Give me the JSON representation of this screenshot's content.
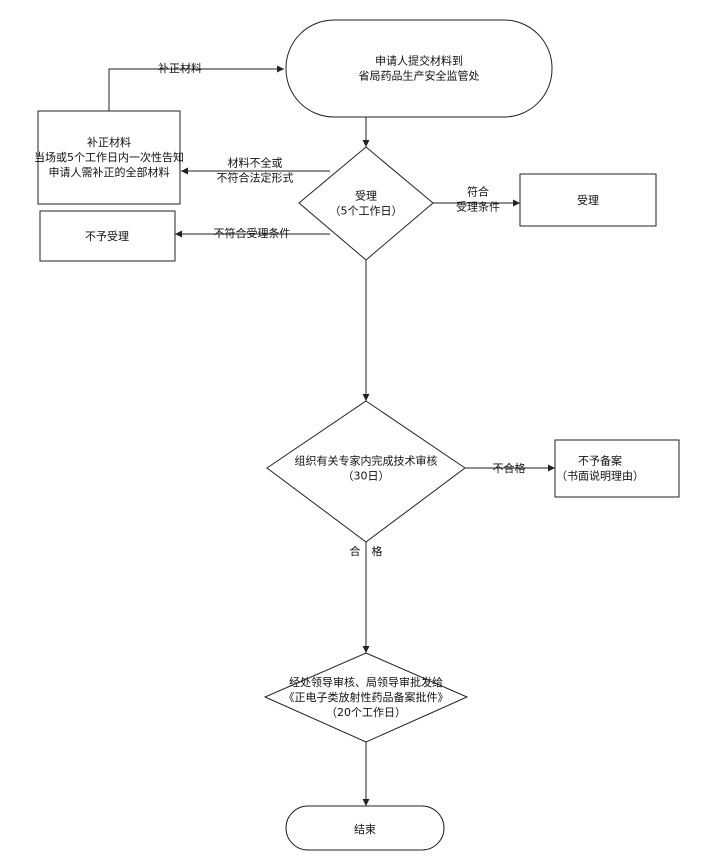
{
  "nodes": {
    "start": {
      "lines": [
        "申请人提交材料到",
        "省局药品生产安全监管处"
      ]
    },
    "supplement": {
      "lines": [
        "补正材料",
        "当场或5个工作日内一次性告知",
        "申请人需补正的全部材料"
      ]
    },
    "accept_decision": {
      "lines": [
        "受理",
        "（5个工作日）"
      ]
    },
    "accepted": {
      "lines": [
        "受理"
      ]
    },
    "rejected": {
      "lines": [
        "不予受理"
      ]
    },
    "review": {
      "lines": [
        "组织有关专家内完成技术审核",
        "（30日）"
      ]
    },
    "not_filed": {
      "lines": [
        "不予备案",
        "（书面说明理由）"
      ]
    },
    "approve": {
      "lines": [
        "经处领导审核、局领导审批发给",
        "《正电子类放射性药品备案批件》",
        "（20个工作日）"
      ]
    },
    "end": {
      "lines": [
        "结束"
      ]
    }
  },
  "edges": {
    "supplement_return": "补正材料",
    "incomplete": [
      "材料不全或",
      "不符合法定形式"
    ],
    "qualified": [
      "符合",
      "受理条件"
    ],
    "not_qualified": "不符合受理条件",
    "fail": "不合格",
    "pass": "合　格"
  }
}
